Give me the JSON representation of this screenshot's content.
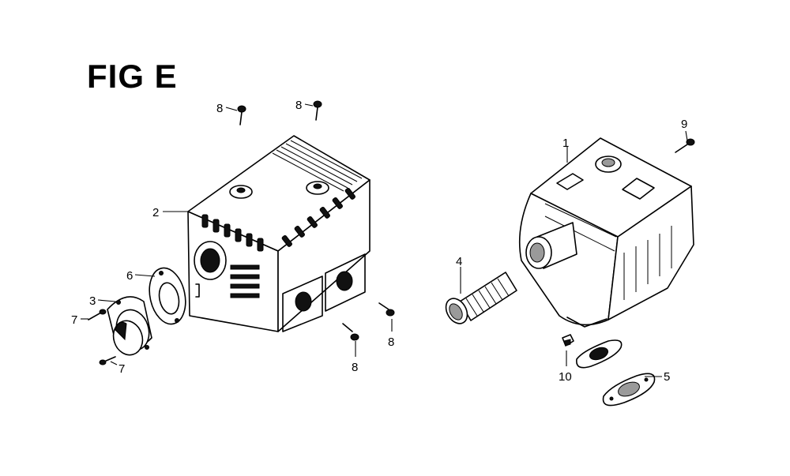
{
  "figure": {
    "title": "FIG E"
  },
  "callouts": [
    {
      "id": "c8a",
      "label": "8"
    },
    {
      "id": "c8b",
      "label": "8"
    },
    {
      "id": "c2",
      "label": "2"
    },
    {
      "id": "c6",
      "label": "6"
    },
    {
      "id": "c3",
      "label": "3"
    },
    {
      "id": "c7a",
      "label": "7"
    },
    {
      "id": "c7b",
      "label": "7"
    },
    {
      "id": "c8c",
      "label": "8"
    },
    {
      "id": "c8d",
      "label": "8"
    },
    {
      "id": "c9",
      "label": "9"
    },
    {
      "id": "c1",
      "label": "1"
    },
    {
      "id": "c4",
      "label": "4"
    },
    {
      "id": "c10",
      "label": "10"
    },
    {
      "id": "c5",
      "label": "5"
    }
  ]
}
